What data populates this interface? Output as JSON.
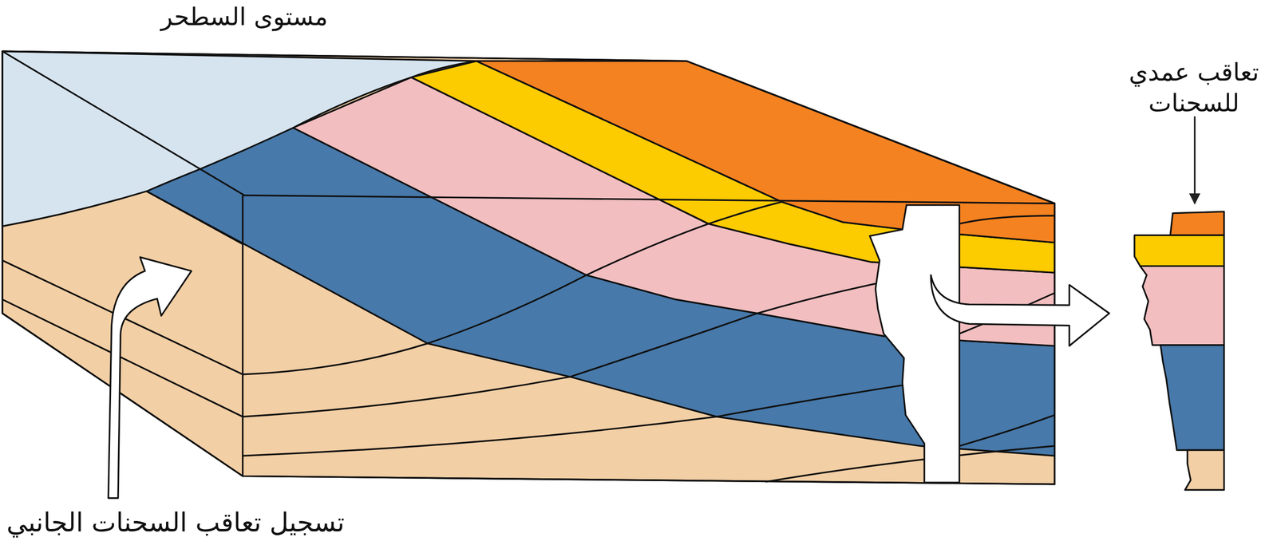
{
  "diagram": {
    "labels": [
      "مستوى السطحر",
      "تعاقب عمدي للسحنات",
      "تسجيل تعاقب السحنات الجانبي"
    ]
  }
}
